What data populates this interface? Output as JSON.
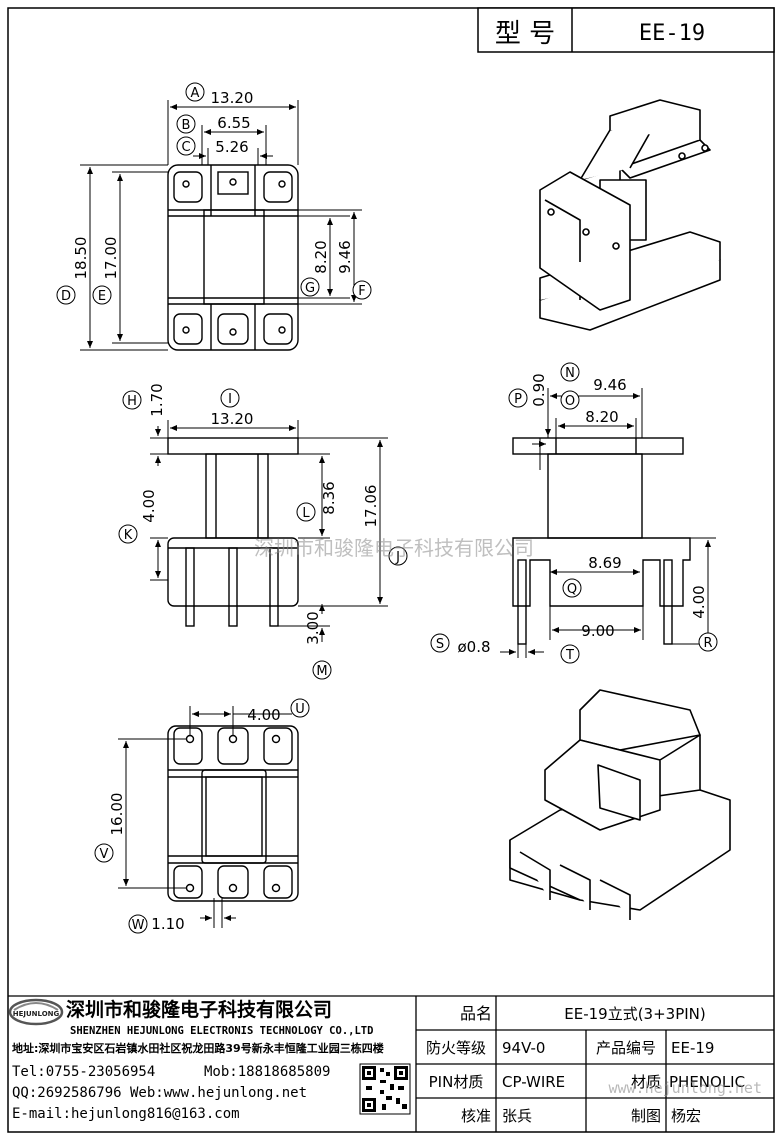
{
  "header": {
    "model_label": "型 号",
    "model_value": "EE-19"
  },
  "dimensions": {
    "top_view": {
      "A": "13.20",
      "B": "6.55",
      "C": "5.26",
      "D": "18.50",
      "E": "17.00",
      "G": "8.20",
      "F": "9.46"
    },
    "front_view": {
      "H": "1.70",
      "I": "13.20",
      "K": "4.00",
      "L": "8.36",
      "J": "17.06",
      "M": "3.00"
    },
    "side_view": {
      "P": "0.90",
      "N": "9.46",
      "O": "8.20",
      "Q": "8.69",
      "R": "4.00",
      "T": "9.00",
      "S": "ø0.8"
    },
    "bottom_view": {
      "U": "4.00",
      "V": "16.00",
      "W": "1.10"
    }
  },
  "watermark": {
    "center": "深圳市和骏隆电子科技有限公司",
    "corner": "www.hejunlong.net"
  },
  "company": {
    "logo_text": "HEJUNLONG",
    "name_cn": "深圳市和骏隆电子科技有限公司",
    "name_en": "SHENZHEN HEJUNLONG ELECTRONIS TECHNOLOGY CO.,LTD",
    "address": "地址:深圳市宝安区石岩镇水田社区祝龙田路39号新永丰恒隆工业园三栋四楼",
    "tel": "Tel:0755-23056954",
    "mob": "Mob:18818685809",
    "qq_web": "QQ:2692586796 Web:www.hejunlong.net",
    "email": "E-mail:hejunlong816@163.com"
  },
  "title_block": {
    "product_name_label": "品名",
    "product_name_value": "EE-19立式(3+3PIN)",
    "flame_label": "防火等级",
    "flame_value": "94V-0",
    "product_no_label": "产品编号",
    "product_no_value": "EE-19",
    "pin_material_label": "PIN材质",
    "pin_material_value": "CP-WIRE",
    "material_label": "材质",
    "material_value": "PHENOLIC",
    "checker_label": "核准",
    "checker_value": "张兵",
    "drafter_label": "制图",
    "drafter_value": "杨宏"
  }
}
